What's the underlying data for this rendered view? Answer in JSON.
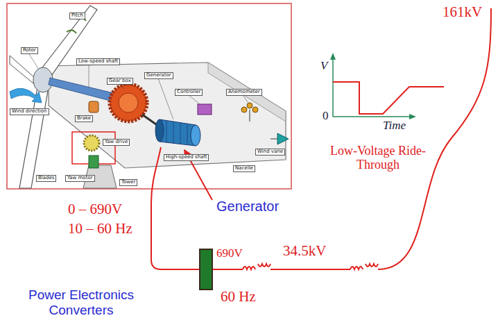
{
  "diagram": {
    "nodes": [
      {
        "text": [
          "Power Electronics Converters"
        ]
      }
    ],
    "labels": [
      "161kV",
      "V",
      "0",
      "Time",
      "Low-Voltage Ride-Through",
      "Pitch",
      "Rotor",
      "Low-speed shaft",
      "Gear box",
      "Generator",
      "Controller",
      "Anemometer",
      "Wind direction",
      "Brake",
      "Yaw drive",
      "Yaw motor",
      "High-speed shaft",
      "Nacelle",
      "Wind vane",
      "Blades",
      "Tower",
      "Generator",
      "0 – 690V",
      "10 – 60 Hz",
      "690V",
      "34.5kV",
      "60 Hz"
    ]
  }
}
